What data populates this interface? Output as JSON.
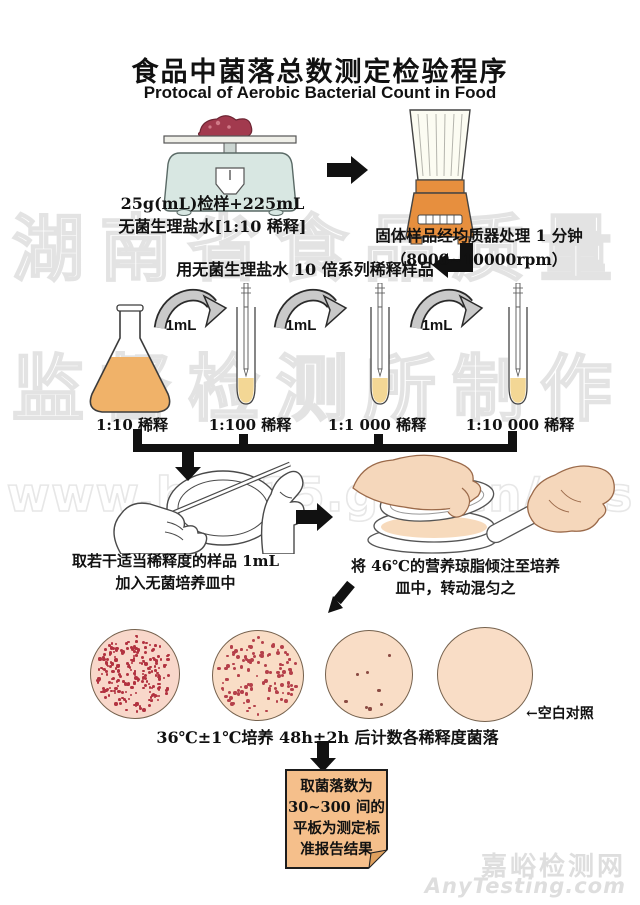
{
  "title": {
    "zh": "食品中菌落总数测定检验程序",
    "en": "Protocal of Aerobic Bacterial Count in Food"
  },
  "steps": {
    "weigh": {
      "line1": "25g(mL)检样+225mL",
      "line2": "无菌生理盐水[1:10 稀释]"
    },
    "homogenize": {
      "line1": "固体样品经均质器处理 1 分钟",
      "line2": "（8000~10000rpm）"
    },
    "dilution": {
      "heading": "用无菌生理盐水 10 倍系列稀释样品",
      "transfer_volume": "1mL",
      "labels": [
        "1:10 稀释",
        "1:100 稀释",
        "1:1 000 稀释",
        "1:10 000 稀释"
      ]
    },
    "plating": {
      "line1": "取若干适当稀释度的样品 1mL",
      "line2": "加入无菌培养皿中"
    },
    "pouring": {
      "line1": "将 46℃的营养琼脂倾注至培养",
      "line2": "皿中，转动混匀之"
    },
    "incubation": {
      "caption": "36℃±1℃培养 48h±2h 后计数各稀释度菌落",
      "blank_control": "←空白对照"
    },
    "result": {
      "lines": [
        "取菌落数为",
        "30~300 间的",
        "平板为测定标",
        "准报告结果"
      ]
    }
  },
  "dishes": [
    {
      "name": "plate-1-10-dense",
      "colonies": 215,
      "fill": "#f8d7ca",
      "dot_color": "#b23240"
    },
    {
      "name": "plate-1-100-medium",
      "colonies": 115,
      "fill": "#f9ddc6",
      "dot_color": "#b5404a"
    },
    {
      "name": "plate-1-1000-sparse",
      "colonies": 8,
      "fill": "#f9ddc6",
      "dot_color": "#8a4a42"
    },
    {
      "name": "plate-blank-control",
      "colonies": 0,
      "fill": "#f9ddc6",
      "dot_color": "#8a4a42"
    }
  ],
  "watermarks": {
    "row1": "湖南省食品质量",
    "row2": "监督检测所制作",
    "url": "www.hn315.gov.cn/sps",
    "site_name": "嘉峪检测网",
    "site_domain": "AnyTesting.com"
  },
  "colors": {
    "blender": "#e78f3e",
    "scale_body": "#d8e7e2",
    "meat": "#a23a4e",
    "flask_liquid": "#f0b269",
    "tube_liquid": "#f3d795",
    "note_box": "#f5bf8b",
    "arrow": "#111111"
  }
}
